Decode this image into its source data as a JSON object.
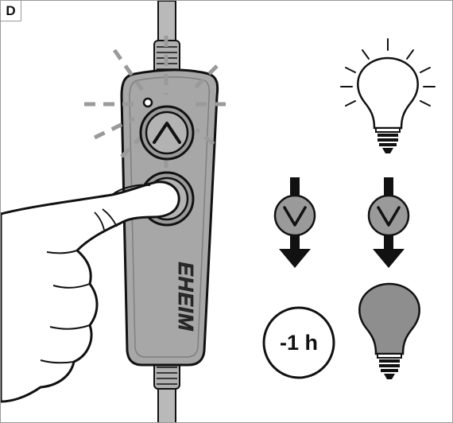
{
  "panel": {
    "letter": "D"
  },
  "remote": {
    "brand": "EHEIM"
  },
  "timer": {
    "label": "-1 h"
  },
  "colors": {
    "housing": "#a7a7a7",
    "cable": "#b9b9b9",
    "outline": "#111111",
    "flash": "#9a9a9a",
    "bulb_off": "#8e8e8e"
  }
}
